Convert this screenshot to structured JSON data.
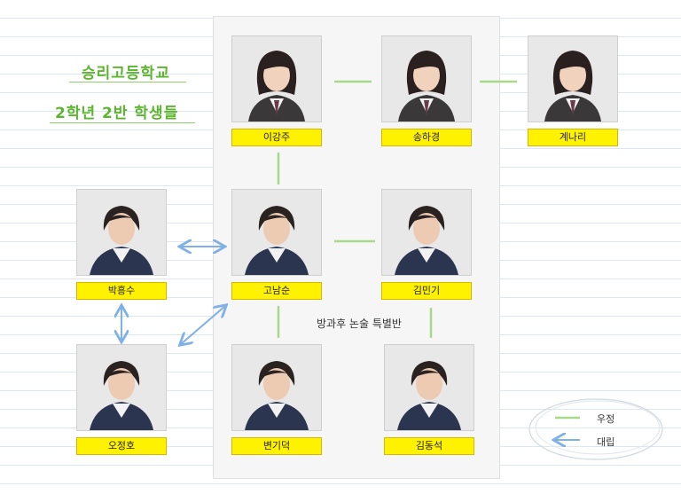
{
  "title": {
    "line1": "승리고등학교",
    "line2": "2학년 2반 학생들"
  },
  "special_class_label": "방과후 논술 특별반",
  "students": [
    {
      "id": "lee-kangju",
      "name": "이강주"
    },
    {
      "id": "song-hakyung",
      "name": "송하경"
    },
    {
      "id": "gye-nari",
      "name": "계나리"
    },
    {
      "id": "park-heungsu",
      "name": "박흥수"
    },
    {
      "id": "go-namsun",
      "name": "고남순"
    },
    {
      "id": "kim-mingi",
      "name": "김민기"
    },
    {
      "id": "oh-jeongho",
      "name": "오정호"
    },
    {
      "id": "byeon-gideok",
      "name": "변기덕"
    },
    {
      "id": "kim-dongseok",
      "name": "김동석"
    }
  ],
  "relations": [
    {
      "from": "이강주",
      "to": "송하경",
      "type": "friendship"
    },
    {
      "from": "송하경",
      "to": "계나리",
      "type": "friendship"
    },
    {
      "from": "이강주",
      "to": "고남순",
      "type": "friendship"
    },
    {
      "from": "고남순",
      "to": "김민기",
      "type": "friendship"
    },
    {
      "from": "고남순",
      "to": "변기덕",
      "type": "friendship"
    },
    {
      "from": "김민기",
      "to": "김동석",
      "type": "friendship"
    },
    {
      "from": "박흥수",
      "to": "고남순",
      "type": "conflict"
    },
    {
      "from": "박흥수",
      "to": "오정호",
      "type": "conflict"
    },
    {
      "from": "오정호",
      "to": "고남순",
      "type": "conflict"
    }
  ],
  "legend": {
    "friendship": "우정",
    "conflict": "대립"
  },
  "colors": {
    "friendship": "#a8d98a",
    "conflict": "#7fb0e8",
    "name_tag": "#fff200",
    "title": "#5cb52e"
  }
}
